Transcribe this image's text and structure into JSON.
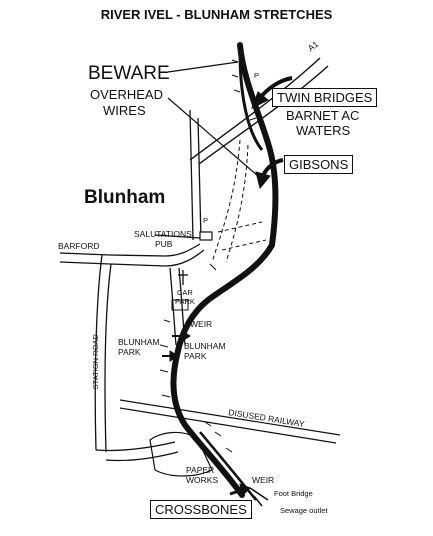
{
  "title": "RIVER IVEL - BLUNHAM STRETCHES",
  "labels": {
    "a1": "A1",
    "beware": "BEWARE",
    "overhead_1": "OVERHEAD",
    "overhead_2": "WIRES",
    "twin_bridges": "TWIN BRIDGES",
    "barnet_1": "BARNET AC",
    "barnet_2": "WATERS",
    "gibsons": "GIBSONS",
    "blunham": "Blunham",
    "p1": "P",
    "p2": "P",
    "salutations_1": "SALUTATIONS",
    "salutations_2": "PUB",
    "barford": "BARFORD",
    "car_park_1": "CAR",
    "car_park_2": "PARK",
    "weir_upper": "WEIR",
    "blunham_park_left_1": "BLUNHAM",
    "blunham_park_left_2": "PARK",
    "blunham_park_right_1": "BLUNHAM",
    "blunham_park_right_2": "PARK",
    "station_road": "STATION ROAD",
    "disused_railway": "DISUSED RAILWAY",
    "paper_works_1": "PAPER",
    "paper_works_2": "WORKS",
    "weir_lower": "WEIR",
    "foot_bridge": "Foot Bridge",
    "crossbones": "CROSSBONES",
    "sewage_outlet": "Sewage outlet"
  }
}
